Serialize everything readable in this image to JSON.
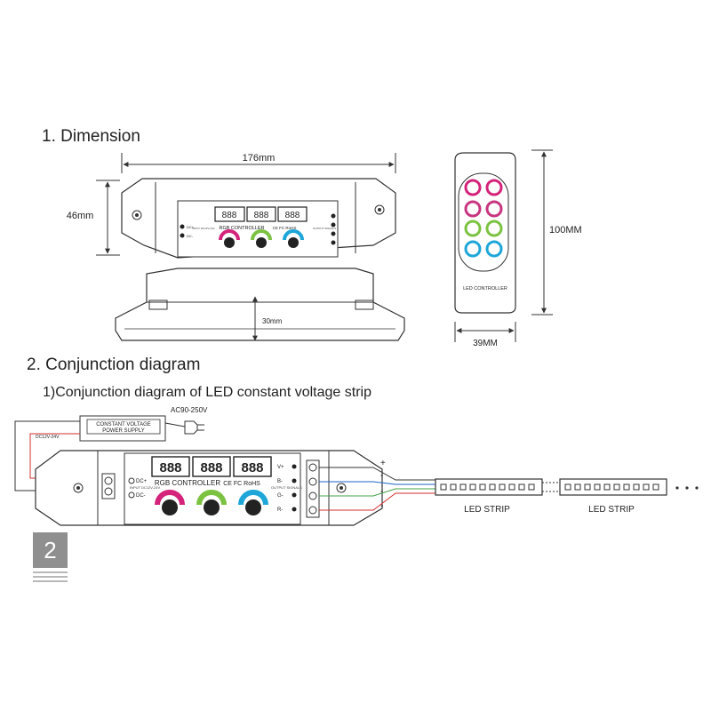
{
  "headings": {
    "dimension": "1. Dimension",
    "conjunction": "2. Conjunction diagram",
    "sub": "1)Conjunction diagram of LED constant voltage strip"
  },
  "dimensions": {
    "width": "176mm",
    "height": "46mm",
    "depth": "30mm",
    "remote_height": "100MM",
    "remote_width": "39MM"
  },
  "controller": {
    "brand_label": "RGB CONTROLLER",
    "cert_label": "CE FC RoHS",
    "input_label": "INPUT DC12V-24V",
    "output_label": "OUTPUT SIGNALS",
    "input_terminals": [
      "DC+",
      "DC-"
    ],
    "output_terminals": [
      "V+",
      "B-",
      "G-",
      "R-"
    ],
    "display_digits": [
      "888",
      "888",
      "888"
    ]
  },
  "remote": {
    "label": "LED CONTROLLER"
  },
  "power_supply": {
    "line1": "CONSTANT VOLTAGE",
    "line2": "POWER SUPPLY",
    "ac_label": "AC90-250V",
    "dc_label": "DC12V-24V"
  },
  "strip": {
    "label": "LED STRIP",
    "plus": "+",
    "minus": "-"
  },
  "badge": "2",
  "colors": {
    "magenta": "#d4237a",
    "green": "#7cc242",
    "cyan": "#1ea6d8",
    "wire_red": "#d32f2f",
    "wire_green": "#43a047",
    "wire_blue": "#1e63c8",
    "line": "#333333"
  }
}
